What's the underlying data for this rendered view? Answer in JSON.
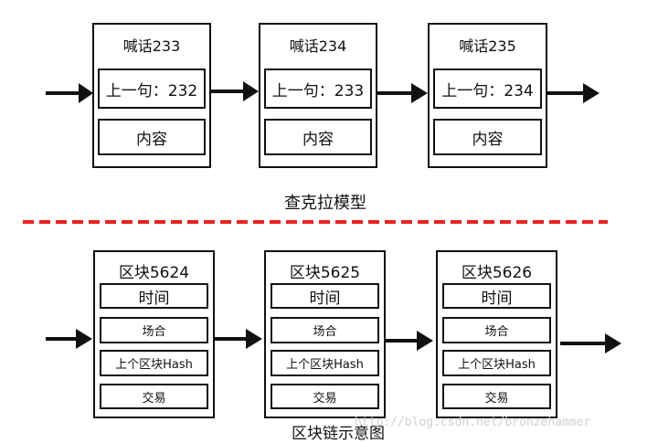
{
  "colors": {
    "stroke": "#111111",
    "divider": "#e8231f",
    "watermark": "#d0d0d0"
  },
  "chaum_model": {
    "caption": "查克拉模型",
    "blocks": [
      {
        "title": "喊话233",
        "prev": "上一句：232",
        "content": "内容"
      },
      {
        "title": "喊话234",
        "prev": "上一句：233",
        "content": "内容"
      },
      {
        "title": "喊话235",
        "prev": "上一句：234",
        "content": "内容"
      }
    ]
  },
  "blockchain": {
    "caption": "区块链示意图",
    "blocks": [
      {
        "title": "区块5624",
        "time": "时间",
        "venue": "场合",
        "prev_hash": "上个区块Hash",
        "tx": "交易"
      },
      {
        "title": "区块5625",
        "time": "时间",
        "venue": "场合",
        "prev_hash": "上个区块Hash",
        "tx": "交易"
      },
      {
        "title": "区块5626",
        "time": "时间",
        "venue": "场合",
        "prev_hash": "上个区块Hash",
        "tx": "交易"
      }
    ]
  },
  "watermark": "http://blog.csdn.net/bronzehammer"
}
